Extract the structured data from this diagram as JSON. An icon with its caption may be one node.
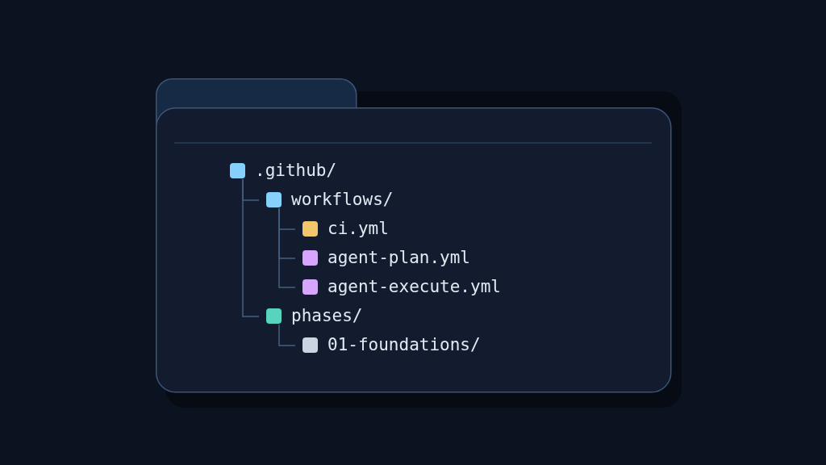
{
  "diagram": {
    "nodes": [
      {
        "text": [],
        "shape": "folder"
      },
      {
        "text": [
          ".github/"
        ],
        "in": 0
      },
      {
        "text": [
          "workflows/"
        ],
        "in": 0
      },
      {
        "text": [
          "ci.yml"
        ],
        "in": 0
      },
      {
        "text": [
          "agent-plan.yml"
        ],
        "in": 0
      },
      {
        "text": [
          "agent-execute.yml"
        ],
        "in": 0
      },
      {
        "text": [
          "phases/"
        ],
        "in": 0
      },
      {
        "text": [
          "01-foundations/"
        ],
        "in": 0
      }
    ],
    "edges": [
      {
        "from": 1,
        "to": 2,
        "arrow": "none"
      },
      {
        "from": 2,
        "to": 3,
        "arrow": "none"
      },
      {
        "from": 2,
        "to": 4,
        "arrow": "none"
      },
      {
        "from": 2,
        "to": 5,
        "arrow": "none"
      },
      {
        "from": 1,
        "to": 6,
        "arrow": "none"
      },
      {
        "from": 6,
        "to": 7,
        "arrow": "none"
      }
    ]
  }
}
